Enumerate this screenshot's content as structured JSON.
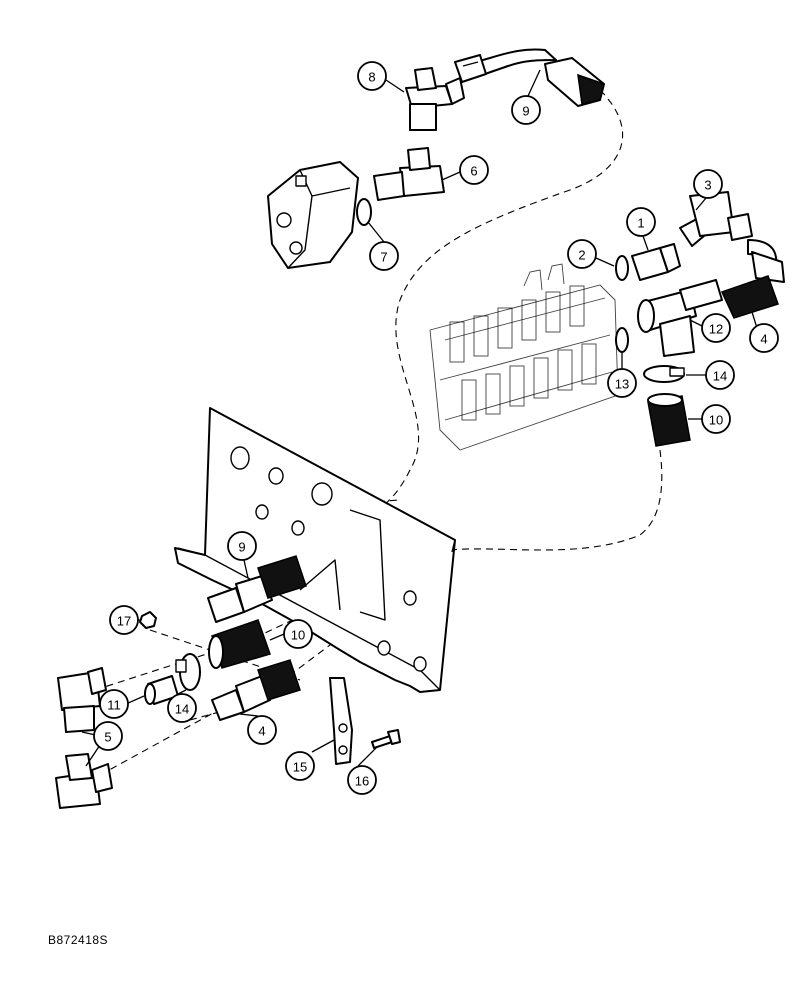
{
  "figure": {
    "reference_code": "B872418S"
  },
  "callouts": [
    {
      "id": "c8",
      "label": "8"
    },
    {
      "id": "c9a",
      "label": "9"
    },
    {
      "id": "c6",
      "label": "6"
    },
    {
      "id": "c7",
      "label": "7"
    },
    {
      "id": "c3",
      "label": "3"
    },
    {
      "id": "c1",
      "label": "1"
    },
    {
      "id": "c2",
      "label": "2"
    },
    {
      "id": "c4a",
      "label": "4"
    },
    {
      "id": "c12",
      "label": "12"
    },
    {
      "id": "c13",
      "label": "13"
    },
    {
      "id": "c14a",
      "label": "14"
    },
    {
      "id": "c10a",
      "label": "10"
    },
    {
      "id": "c9b",
      "label": "9"
    },
    {
      "id": "c17",
      "label": "17"
    },
    {
      "id": "c10b",
      "label": "10"
    },
    {
      "id": "c11",
      "label": "11"
    },
    {
      "id": "c14b",
      "label": "14"
    },
    {
      "id": "c4b",
      "label": "4"
    },
    {
      "id": "c5",
      "label": "5"
    },
    {
      "id": "c15",
      "label": "15"
    },
    {
      "id": "c16",
      "label": "16"
    }
  ]
}
